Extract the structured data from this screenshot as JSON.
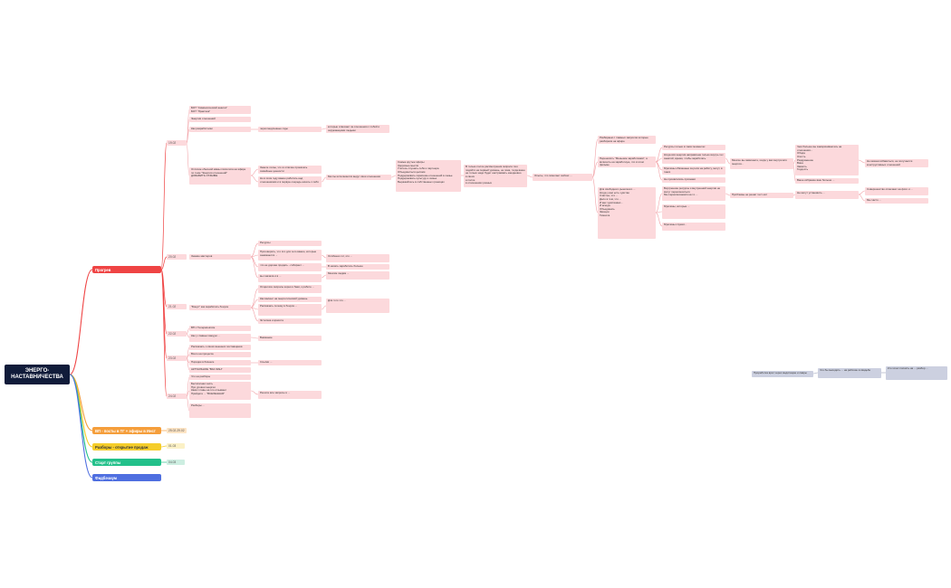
{
  "root": "ЭНЕРГО-\nНАСТАВНИЧЕСТВА",
  "branches": {
    "progrev": "Прогрев",
    "vp": "ВП - посты в ТГ + эфиры в Инст",
    "razbory": "Разборы - открытие продаж",
    "start": "Старт группы",
    "feedback": "Фидбэчиум"
  },
  "dates": {
    "d1": "19.02",
    "d2": "20.02",
    "d3": "21.02",
    "d4": "22.02",
    "d5": "23.02",
    "d6": "24.02",
    "vp_date": "25.02-29.02",
    "raz_date": "01.03",
    "start_date": "04.03"
  },
  "nodes": {
    "a1": "БОТ \"Символический анализ\"\nБОТ \"Практика\"",
    "a2": "Энергия отношений",
    "a3": "Как разработчики",
    "a3b": "через медленные годы",
    "a3c": "которые отвечают за отношения с собой и окружающими людьми",
    "a4": "Отличие обычной мамы психолога на эфире по теме \"Энергия отношений\"\nДОБАВИТЬ ОТЗЫВЫ",
    "a4b": "Знаете ли вы, что в отличие прокачать семейные ценности",
    "a4c": "Но в этом году важно работать над отношениями и в первую очередь начать с себя",
    "a5": "Мечты исполняются ведут свои отношения",
    "a6": "Самые крутые эфиры\nЗдоровые мысли\nУчитесь слушать себя и партнера\nОбъединиться целями\nПоддерживать гармонию отношений в семье\nПоддерживать культуру и семьи\nВыражайтесь в собственных границах",
    "a7": "В только после рассмотрения запроса того подойти на первый уровень, не пока, тогда ваше не только надо будет настраивать ежедневно\nв своих\nа после\nв отношениях разных",
    "a8": "Опыты, что помогает сейчас ...",
    "a9": "Разбираем с главных запросов которые разбирали на эфире",
    "a10": "Переносить \"Меньшие заработками\", а включить на заработную, что в этом фильме",
    "a11": "Ресурсы только в таких моментах",
    "a12": "Когда вся энергия направлена только внутрь тех занятий, время, чтобы заработать.",
    "a13": "Мужчины обязанные за роли на работу, могут, в таких",
    "a14": "Не проявлялись признаки",
    "a15": "Многие вы замечаете, когда у вас внутри вся энергия...",
    "a16": "Чем больше вы заморачиваетесь на отношения...\nОбида\nЗлость\nРаздражение\nВина\nЗависть\nГордость",
    "a17": "Не можем избавиться, не получается конструктивных отношений",
    "a18": "Ваше избрание ваш больше ...",
    "a19": "Для свободного рыночного ...\nКогда у вас есть чувство\nСчастье, что ...\nДело в том, что ...\nИ вас чувствовал...\nИ всегда\nОбъединись\nЭмоции\nТемнота",
    "a20": "Внутренние ресурсы и внутренний энергии не могут переключиться\nМы переключаемся на то ...",
    "a21": "Проблемы не решат тест-хит",
    "a22": "Не могут установить ...",
    "a23": "Совершенство отмечают на фото и ...",
    "a24": "Мы часто ...",
    "a25": "Мужчины, которые ...",
    "a26": "Мужчины служат...",
    "b1": "Ресурсы",
    "b2": "Знание мастеров",
    "b3": "Проговорить, что это для чего важно, которые занимаются ...",
    "b4": "Особенно тот, кто ...",
    "b5": "что не дороже продать - собирает ...",
    "b6": "В начать заработать больше",
    "b7": "вы сначала и в ...",
    "b8": "Многим людям ...",
    "c1": "Опции все запросы корня и баки, к работе ...",
    "c2": "\"Бонус\" как заработать бонуса",
    "c3": "Как валюет на энергетический уровень",
    "c4": "Рассказать почему в бонуса ... ",
    "c5": "Для того что ...",
    "c6": "Эстетика и красота",
    "d1": "ВП с Телерапевтом",
    "d2": "Как у главных вакуум ...",
    "d3": "Внимание",
    "e1": "Рассказать о своих внешних поставщиков",
    "e2": "Всего на процессе",
    "e3": "Порядки в бизнесе",
    "e4": "Ссылки ...",
    "e5": "АКТУАЛЬНОЕ \"ВАС ФАН\"",
    "f1": "Что на разборы",
    "f2": "Бесплатная часть\nПро уровни энергии\nКаких главы на это отзывают\nПрийдите ... \"ВСЕЛЕННАЯ\"",
    "f3": "Разборы ...",
    "f4": "Решите все запросы и ...",
    "g1": "Проработка врат через медитацию и лавры",
    "g2": "Что бы выходить ... на рабочие в свадьбе",
    "g3": "Кто хочет попасть на ... разбор ..."
  },
  "colors": {
    "root_bg": "#111c3a",
    "progrev": "#ef4444",
    "vp": "#f59e3b",
    "razbory": "#f5cd2a",
    "start": "#22c08a",
    "feedback": "#4f6fe0",
    "node_pink": "#fcd9dc",
    "node_gray": "#ccd0e0"
  }
}
